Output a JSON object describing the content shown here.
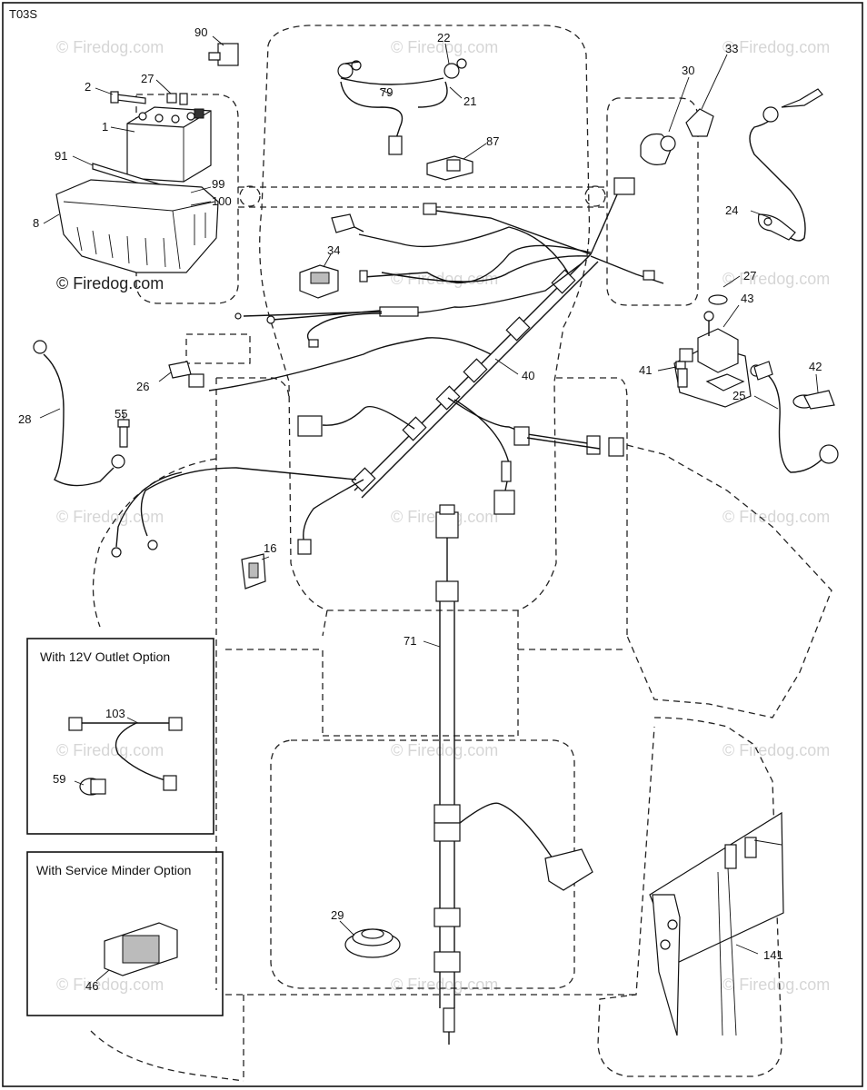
{
  "diagram_id": "T03S",
  "watermark": "© Firedog.com",
  "insets": {
    "outlet": {
      "title": "With 12V Outlet Option"
    },
    "service": {
      "title": "With Service Minder Option"
    }
  },
  "callouts": {
    "c90": "90",
    "c22": "22",
    "c33": "33",
    "c30": "30",
    "c2": "2",
    "c27a": "27",
    "c79": "79",
    "c21": "21",
    "c1": "1",
    "c87": "87",
    "c91": "91",
    "c99": "99",
    "c100": "100",
    "c8": "8",
    "c24": "24",
    "c34": "34",
    "c27b": "27",
    "c43": "43",
    "c42": "42",
    "c41": "41",
    "c26": "26",
    "c40": "40",
    "c28": "28",
    "c55": "55",
    "c25": "25",
    "c16": "16",
    "c71": "71",
    "c103": "103",
    "c59": "59",
    "c29": "29",
    "c141": "141",
    "c46": "46"
  }
}
